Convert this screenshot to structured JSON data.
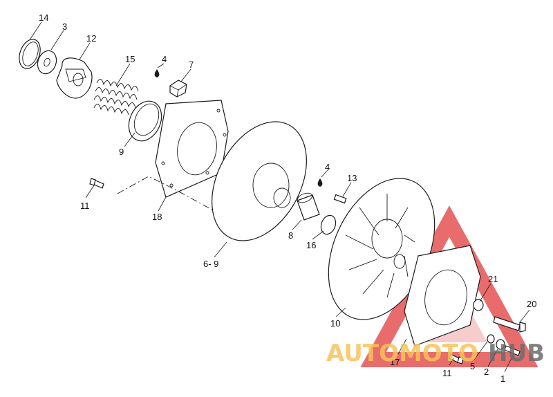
{
  "callouts": [
    {
      "id": "c14a",
      "text": "14"
    },
    {
      "id": "c3",
      "text": "3"
    },
    {
      "id": "c12",
      "text": "12"
    },
    {
      "id": "c15",
      "text": "15"
    },
    {
      "id": "c4a",
      "text": "4"
    },
    {
      "id": "c7",
      "text": "7"
    },
    {
      "id": "c9",
      "text": "9"
    },
    {
      "id": "c11a",
      "text": "11"
    },
    {
      "id": "c18",
      "text": "18"
    },
    {
      "id": "c69",
      "text": "6- 9"
    },
    {
      "id": "c4b",
      "text": "4"
    },
    {
      "id": "c13",
      "text": "13"
    },
    {
      "id": "c8",
      "text": "8"
    },
    {
      "id": "c16",
      "text": "16"
    },
    {
      "id": "c10",
      "text": "10"
    },
    {
      "id": "c21",
      "text": "21"
    },
    {
      "id": "c20",
      "text": "20"
    },
    {
      "id": "c17",
      "text": "17"
    },
    {
      "id": "c5",
      "text": "5"
    },
    {
      "id": "c11b",
      "text": "11"
    },
    {
      "id": "c2",
      "text": "2"
    },
    {
      "id": "c1",
      "text": "1"
    }
  ],
  "watermark": {
    "text_a": "AUTOMOTO",
    "text_b": "HUB",
    "color_a": "#f6c35a",
    "color_b": "#6b6b6b",
    "logo_color": "#e23b3b"
  }
}
